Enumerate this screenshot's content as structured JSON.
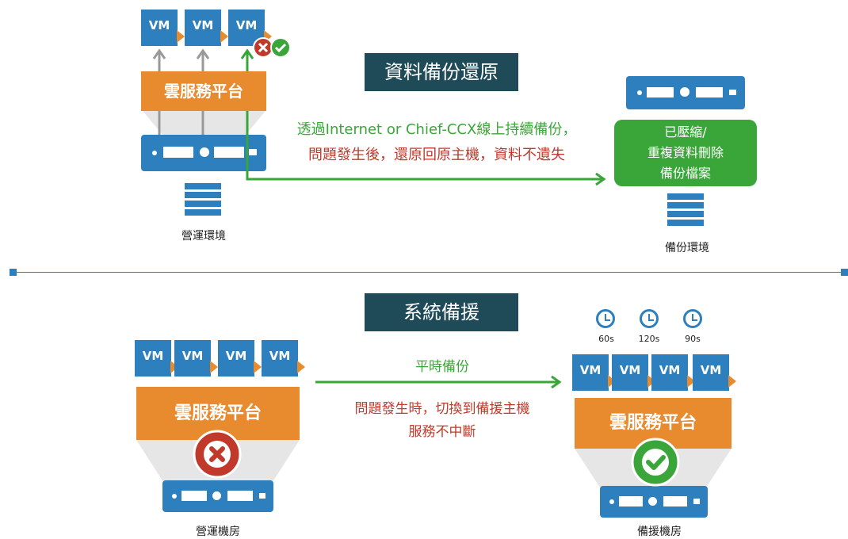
{
  "top": {
    "title": "資料備份還原",
    "vms": [
      "VM",
      "VM",
      "VM"
    ],
    "cloud_label": "雲服務平台",
    "line1": "透過Internet or Chief-CCX線上持續備份，",
    "line2": "問題發生後，還原回原主機，資料不遺失",
    "prod_env_label": "營運環境",
    "backup_box_lines": [
      "已壓縮/",
      "重複資料刪除",
      "備份檔案"
    ],
    "backup_env_label": "備份環境"
  },
  "bottom": {
    "title": "系統備援",
    "left_vms": [
      "VM",
      "VM",
      "VM",
      "VM"
    ],
    "right_vms": [
      "VM",
      "VM",
      "VM",
      "VM"
    ],
    "left_cloud_label": "雲服務平台",
    "right_cloud_label": "雲服務平台",
    "arrow_label": "平時備份",
    "failover_line1": "問題發生時，切換到備援主機",
    "failover_line2": "服務不中斷",
    "left_room_label": "營運機房",
    "right_room_label": "備援機房",
    "timers": [
      "60s",
      "120s",
      "90s"
    ]
  },
  "colors": {
    "vm_blue": "#2e7fbd",
    "cloud_orange": "#e88a2e",
    "title_teal": "#1f4a57",
    "green": "#3aa63a",
    "red": "#c0392b"
  }
}
